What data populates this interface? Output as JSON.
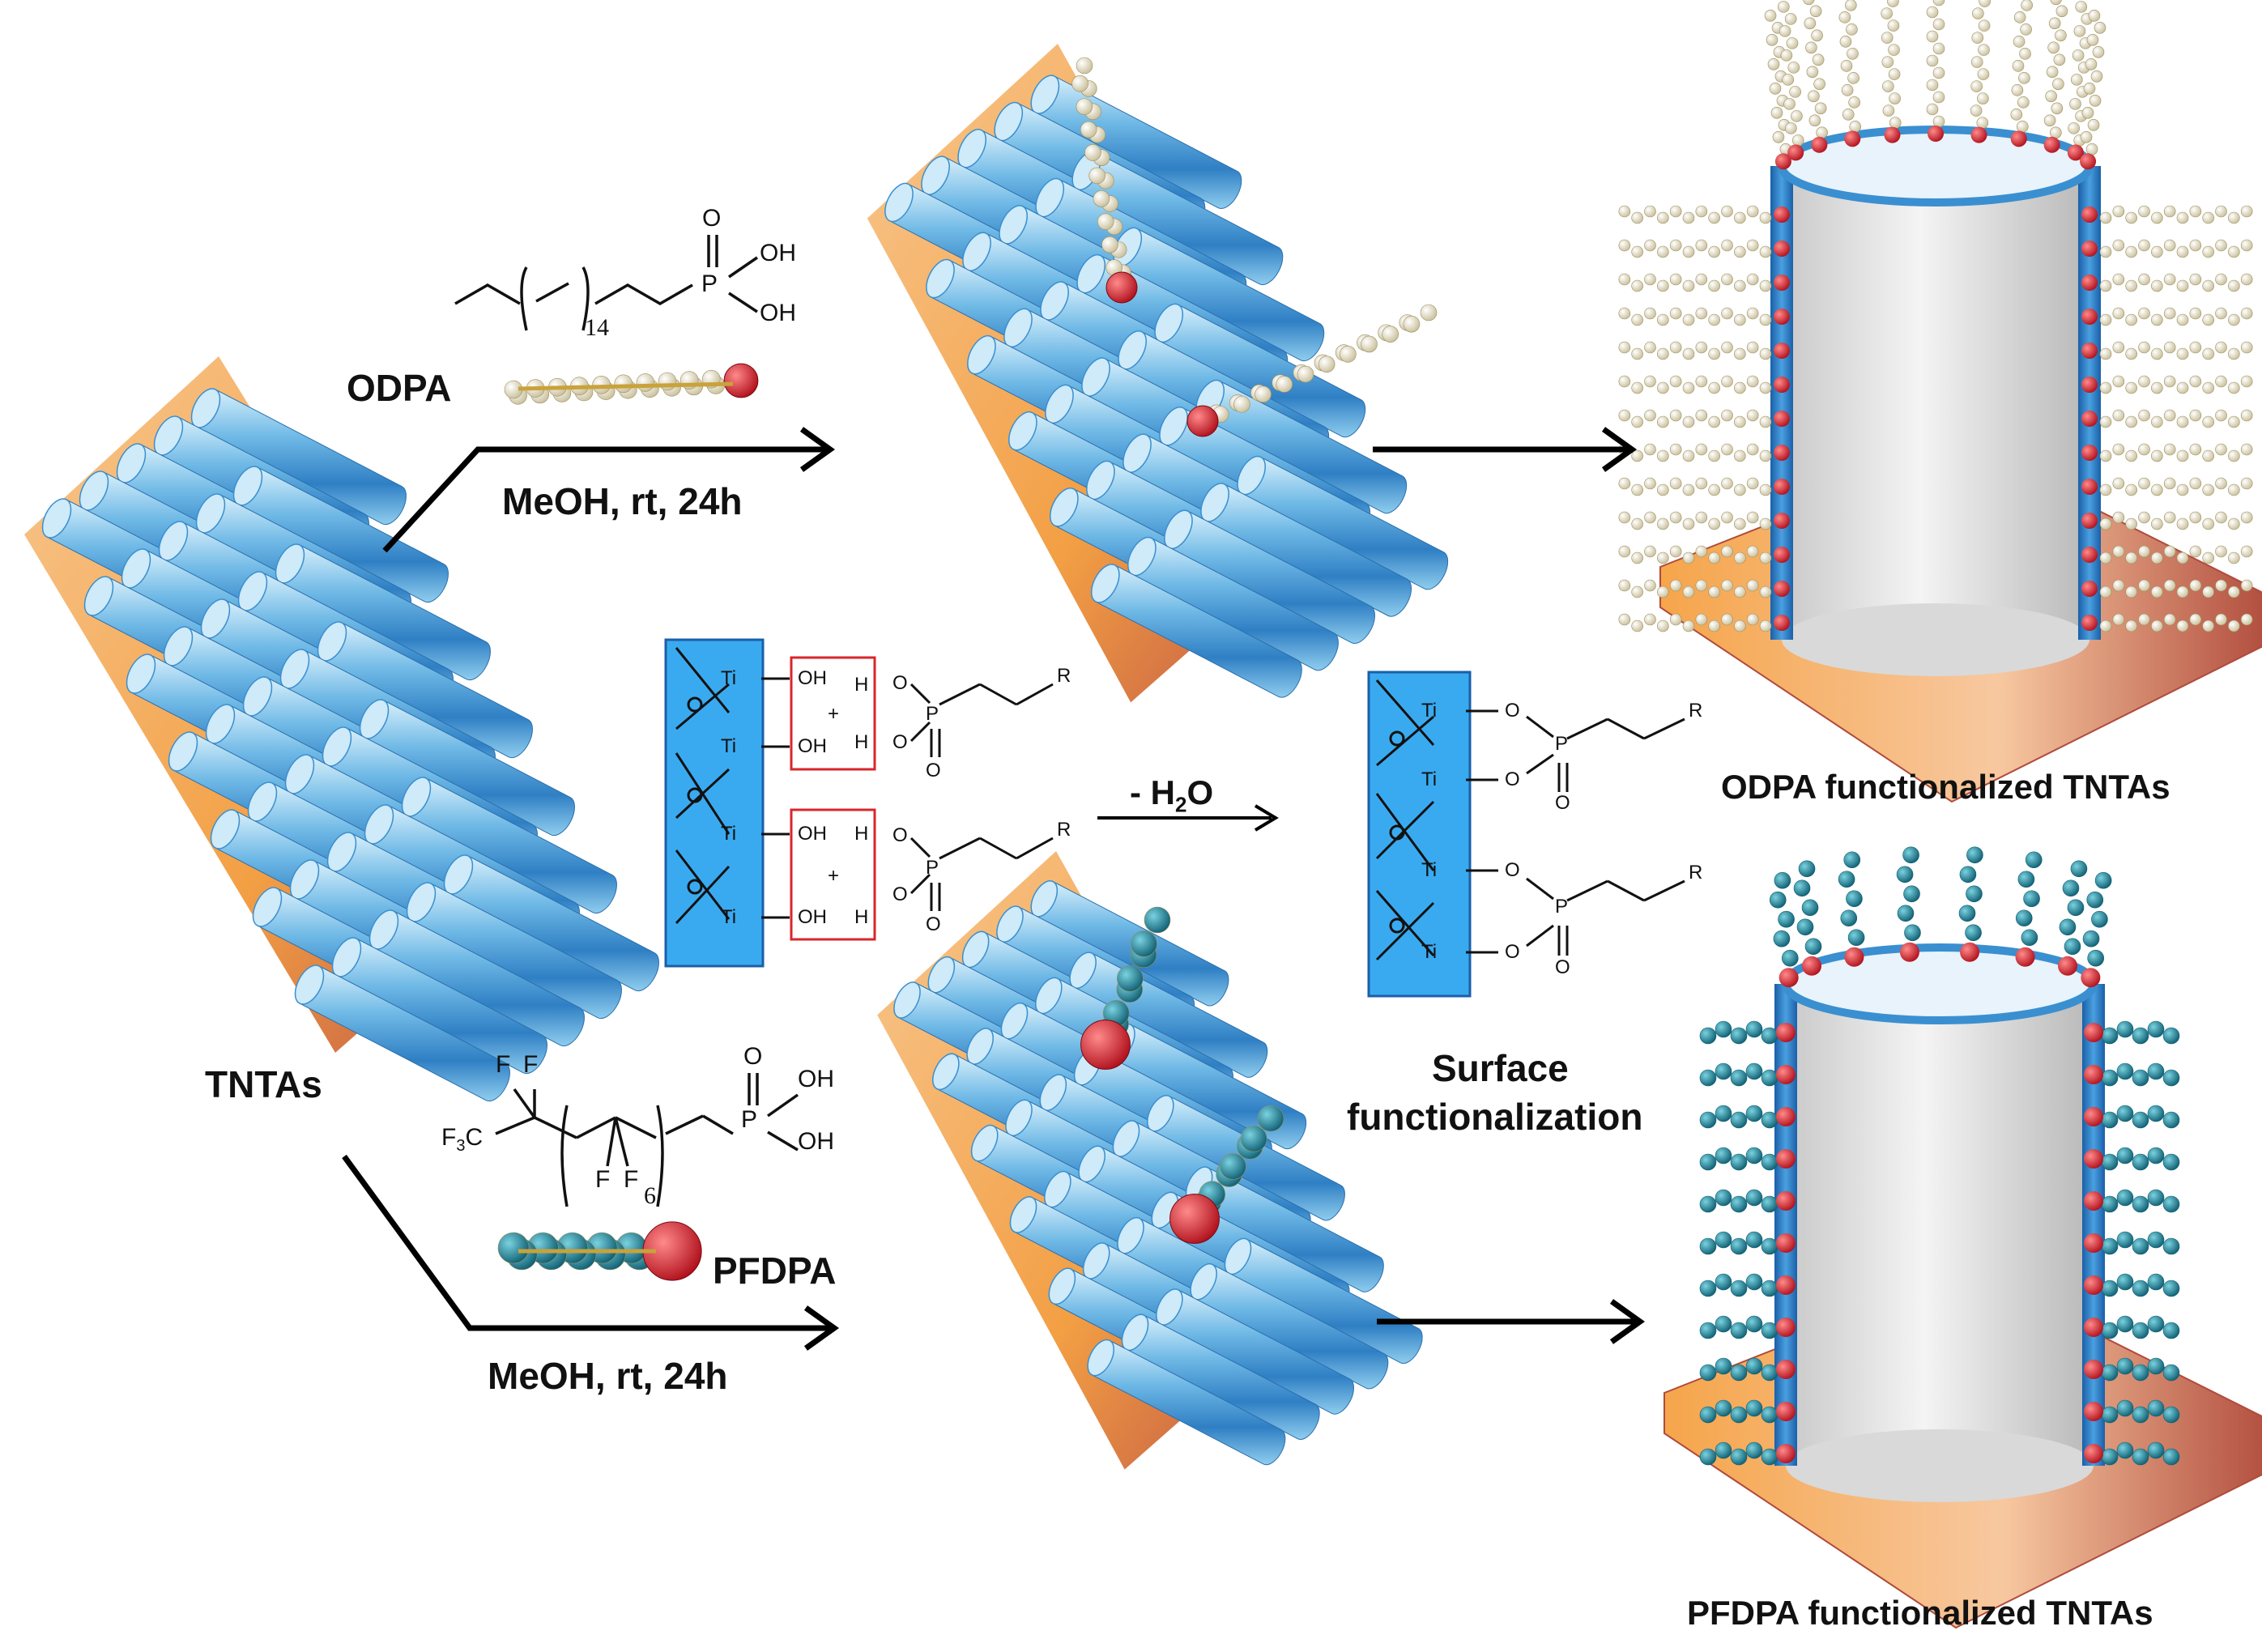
{
  "colors": {
    "tube": "#3a8fd0",
    "tube_light": "#bfe3f7",
    "substrate": "#f29a3a",
    "substrate_dark": "#b8473a",
    "oxide_plate": "#3aaaf0",
    "cap_red": "#d31a2a",
    "chain_beige": "#e6dcb8",
    "chain_gold": "#c9a23a",
    "fluoro_teal": "#1b8aa0",
    "highlight_box": "#d9262b",
    "arrow": "#000000"
  },
  "labels": {
    "tntas": "TNTAs",
    "odpa": "ODPA",
    "pfdpa": "PFDPA",
    "cond_top": "MeOH, rt, 24h",
    "cond_bottom": "MeOH, rt, 24h",
    "minus_water_prefix": "- H",
    "minus_water_sub": "2",
    "minus_water_suffix": "O",
    "surface_line1": "Surface",
    "surface_line2": "functionalization",
    "odpa_result": "ODPA functionalized TNTAs",
    "pfdpa_result": "PFDPA functionalized TNTAs"
  },
  "odpa_struct": {
    "o": "O",
    "oh1": "OH",
    "oh2": "OH",
    "p": "P",
    "repeat": "14"
  },
  "pfdpa_struct": {
    "f1": "F",
    "f2": "F",
    "f3": "F",
    "f4": "F",
    "f3c": "F",
    "f3c_sub": "3",
    "f3c_c": "C",
    "o": "O",
    "oh1": "OH",
    "oh2": "OH",
    "p": "P",
    "repeat": "6"
  },
  "reactant_scheme": {
    "ti": [
      "Ti",
      "Ti",
      "Ti",
      "Ti"
    ],
    "oh": [
      "OH",
      "OH",
      "OH",
      "OH"
    ],
    "h": [
      "H",
      "H",
      "H",
      "H"
    ],
    "plus": [
      "+",
      "+"
    ],
    "o_single": [
      "O",
      "O",
      "O",
      "O"
    ],
    "p": [
      "P",
      "P"
    ],
    "o_double": [
      "O",
      "O"
    ],
    "r": [
      "R",
      "R"
    ]
  },
  "product_scheme": {
    "ti": [
      "Ti",
      "Ti",
      "Ti",
      "Ti"
    ],
    "o_single": [
      "O",
      "O",
      "O",
      "O"
    ],
    "p": [
      "P",
      "P"
    ],
    "o_double": [
      "O",
      "O"
    ],
    "r": [
      "R",
      "R"
    ]
  }
}
